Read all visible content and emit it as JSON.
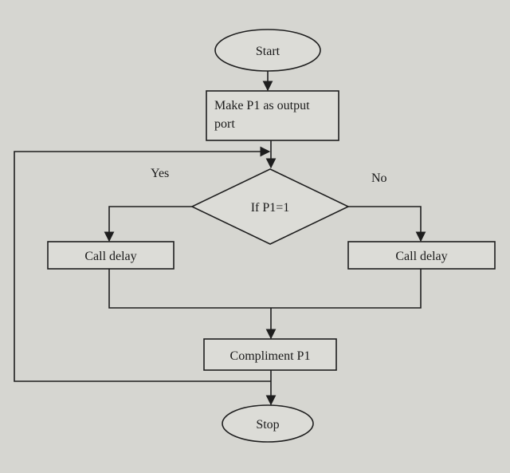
{
  "flowchart": {
    "start": "Start",
    "init_line1": "Make P1 as output",
    "init_line2": "port",
    "decision": "If P1=1",
    "yes_label": "Yes",
    "no_label": "No",
    "left_delay": "Call delay",
    "right_delay": "Call delay",
    "compliment": "Compliment P1",
    "stop": "Stop"
  },
  "colors": {
    "background": "#d6d6d1",
    "stroke": "#1e1e1e",
    "text": "#1a1a1a"
  }
}
